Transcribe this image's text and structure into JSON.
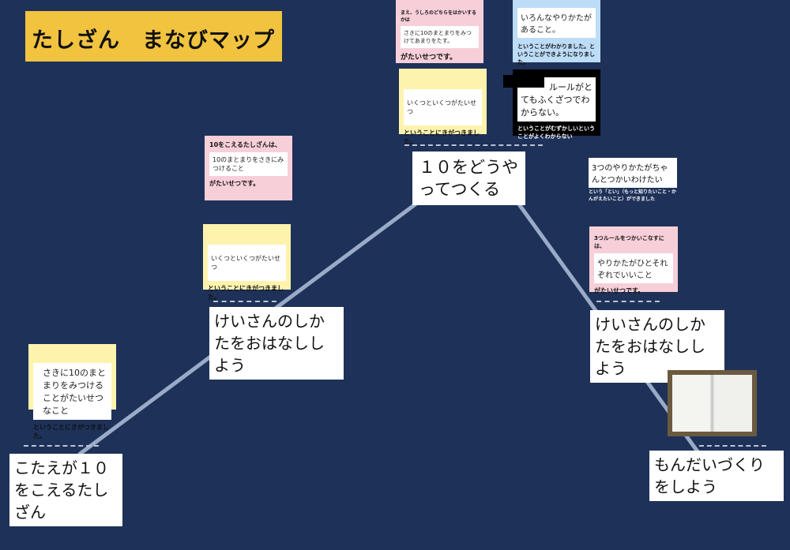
{
  "title": "たしざん　まなびマップ",
  "steps": [
    {
      "text": "こたえが１０をこえるたしざん"
    },
    {
      "text": "けいさんのしかたをおはなししよう"
    },
    {
      "text": "１０をどうやってつくる"
    },
    {
      "text": "けいさんのしかたをおはなししよう"
    },
    {
      "text": "もんだいづくりをしよう"
    }
  ],
  "notes": {
    "n1": {
      "body": "さきに10のまとまりをみつけることがたいせつなこと",
      "footer": "ということにきがつきました。"
    },
    "n2": {
      "body": "いくつといくつがたいせつ",
      "footer": "ということにきがつきました。"
    },
    "n3": {
      "header": "10をこえるたしざんは、",
      "body": "10のまとまりをさきにみつけること",
      "footer": "がたいせつです。"
    },
    "n4": {
      "body": "いくつといくつがたいせつ",
      "footer": "ということにきがつきました。"
    },
    "n5": {
      "header": "まえ、うしろのどちらをはかいするかは",
      "body": "さきに10のまとまりをみつけてあまりをたす。",
      "footer": "がたいせつです。"
    },
    "n6": {
      "body": "いろんなやりかたがあること。",
      "footer": "ということがわかりました。ということができようになりました。"
    },
    "n7": {
      "body": "ルールがとてもふくざつでわからない。",
      "footer": "ということがむずかしいということがよくわからない"
    },
    "n8": {
      "body": "3つのやりかたがちゃんとつかいわけたい",
      "footer": "という「とい」（もっと知りたいこと・かんがえたいこと）ができました"
    },
    "n9": {
      "header": "3つルールをつかいこなすには、",
      "body": "やりかたがひとそれぞれでいいこと",
      "footer": "がたいせつです。"
    }
  },
  "colors": {
    "background": "#1e3158",
    "title": "#f1c33f",
    "pink": "#f7cfd9",
    "yellow": "#fdf3ad",
    "blue": "#bcdcf7"
  }
}
